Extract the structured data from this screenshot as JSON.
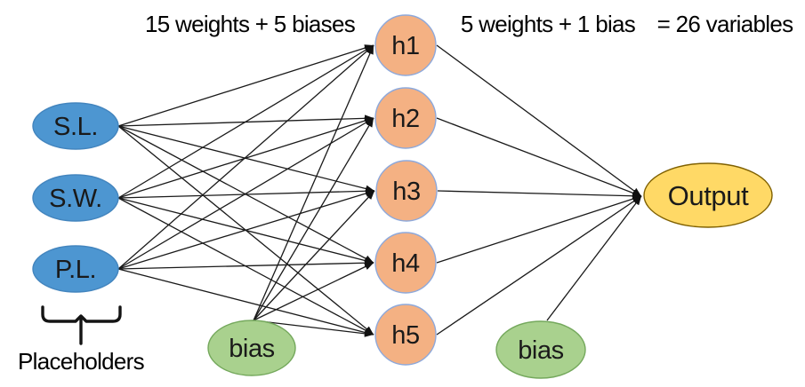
{
  "diagram_title": "neural-network-architecture",
  "annotations": {
    "hidden_layer_count": "15 weights + 5 biases",
    "output_layer_count": "5 weights + 1 bias",
    "total_variables": "= 26 variables",
    "input_group_label": "Placeholders"
  },
  "colors": {
    "input_fill": "#4D96D1",
    "input_stroke": "#4385BE",
    "hidden_fill": "#F4B183",
    "hidden_stroke": "#8EA9DB",
    "bias_fill": "#A9D18E",
    "bias_stroke": "#74A85C",
    "output_fill": "#FFD966",
    "output_stroke": "#7F6000",
    "edge_color": "#1a1a1a",
    "arrowhead_color": "#111111"
  },
  "nodes": [
    {
      "id": "SL",
      "label": "S.L.",
      "role": "input",
      "fill": "#4D96D1",
      "stroke": "#4385BE"
    },
    {
      "id": "SW",
      "label": "S.W.",
      "role": "input",
      "fill": "#4D96D1",
      "stroke": "#4385BE"
    },
    {
      "id": "PL",
      "label": "P.L.",
      "role": "input",
      "fill": "#4D96D1",
      "stroke": "#4385BE"
    },
    {
      "id": "bias1",
      "label": "bias",
      "role": "bias",
      "fill": "#A9D18E",
      "stroke": "#74A85C"
    },
    {
      "id": "h1",
      "label": "h1",
      "role": "hidden",
      "fill": "#F4B183",
      "stroke": "#8EA9DB"
    },
    {
      "id": "h2",
      "label": "h2",
      "role": "hidden",
      "fill": "#F4B183",
      "stroke": "#8EA9DB"
    },
    {
      "id": "h3",
      "label": "h3",
      "role": "hidden",
      "fill": "#F4B183",
      "stroke": "#8EA9DB"
    },
    {
      "id": "h4",
      "label": "h4",
      "role": "hidden",
      "fill": "#F4B183",
      "stroke": "#8EA9DB"
    },
    {
      "id": "h5",
      "label": "h5",
      "role": "hidden",
      "fill": "#F4B183",
      "stroke": "#8EA9DB"
    },
    {
      "id": "output",
      "label": "Output",
      "role": "output",
      "fill": "#FFD966",
      "stroke": "#7F6000"
    },
    {
      "id": "bias2",
      "label": "bias",
      "role": "bias",
      "fill": "#A9D18E",
      "stroke": "#74A85C"
    }
  ],
  "edges": [
    {
      "from": "SL",
      "to": "h1"
    },
    {
      "from": "SL",
      "to": "h2"
    },
    {
      "from": "SL",
      "to": "h3"
    },
    {
      "from": "SL",
      "to": "h4"
    },
    {
      "from": "SL",
      "to": "h5"
    },
    {
      "from": "SW",
      "to": "h1"
    },
    {
      "from": "SW",
      "to": "h2"
    },
    {
      "from": "SW",
      "to": "h3"
    },
    {
      "from": "SW",
      "to": "h4"
    },
    {
      "from": "SW",
      "to": "h5"
    },
    {
      "from": "PL",
      "to": "h1"
    },
    {
      "from": "PL",
      "to": "h2"
    },
    {
      "from": "PL",
      "to": "h3"
    },
    {
      "from": "PL",
      "to": "h4"
    },
    {
      "from": "PL",
      "to": "h5"
    },
    {
      "from": "bias1",
      "to": "h1"
    },
    {
      "from": "bias1",
      "to": "h2"
    },
    {
      "from": "bias1",
      "to": "h3"
    },
    {
      "from": "bias1",
      "to": "h4"
    },
    {
      "from": "bias1",
      "to": "h5"
    },
    {
      "from": "h1",
      "to": "output"
    },
    {
      "from": "h2",
      "to": "output"
    },
    {
      "from": "h3",
      "to": "output"
    },
    {
      "from": "h4",
      "to": "output"
    },
    {
      "from": "h5",
      "to": "output"
    },
    {
      "from": "bias2",
      "to": "output"
    }
  ]
}
